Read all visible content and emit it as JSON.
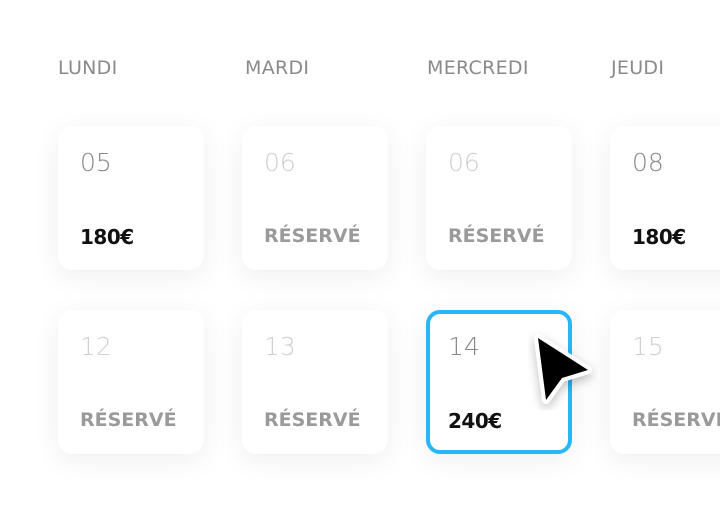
{
  "days": [
    "LUNDI",
    "MARDI",
    "MERCREDI",
    "JEUDI"
  ],
  "rows": [
    [
      {
        "day": "05",
        "label": "180€",
        "reserved": false
      },
      {
        "day": "06",
        "label": "RÉSERVÉ",
        "reserved": true
      },
      {
        "day": "06",
        "label": "RÉSERVÉ",
        "reserved": true
      },
      {
        "day": "08",
        "label": "180€",
        "reserved": false
      }
    ],
    [
      {
        "day": "12",
        "label": "RÉSERVÉ",
        "reserved": true
      },
      {
        "day": "13",
        "label": "RÉSERVÉ",
        "reserved": true
      },
      {
        "day": "14",
        "label": "240€",
        "reserved": false,
        "selected": true
      },
      {
        "day": "15",
        "label": "RÉSERVÉ",
        "reserved": true
      }
    ]
  ],
  "colors": {
    "selected_border": "#29b6f6"
  }
}
